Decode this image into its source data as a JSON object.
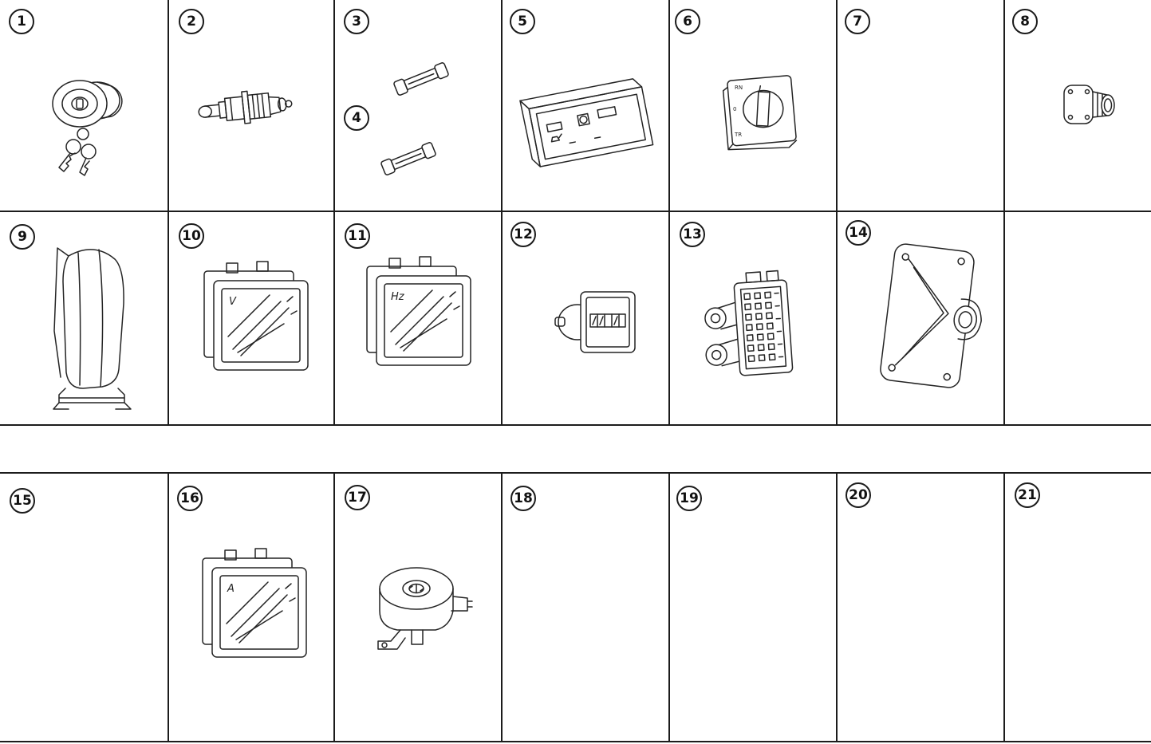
{
  "page": {
    "kind": "parts-catalog-figure",
    "background": "#ffffff",
    "line_color": "#1c1c1c"
  },
  "cells": [
    {
      "number": "1",
      "part": "ignition-key-switch"
    },
    {
      "number": "2",
      "part": "bulb-socket"
    },
    {
      "number": "3",
      "part": "fuse"
    },
    {
      "number": "4",
      "part": "fuse"
    },
    {
      "number": "5",
      "part": "hour-meter-module"
    },
    {
      "number": "6",
      "part": "rotary-switch",
      "markings": [
        "RN",
        "0",
        "TR"
      ]
    },
    {
      "number": "7",
      "part": ""
    },
    {
      "number": "8",
      "part": "threaded-bushing"
    },
    {
      "number": "9",
      "part": "rubber-boot-cover"
    },
    {
      "number": "10",
      "part": "voltmeter-gauge",
      "glyph": "V"
    },
    {
      "number": "11",
      "part": "frequency-gauge",
      "glyph": "Hz"
    },
    {
      "number": "12",
      "part": "hour-counter"
    },
    {
      "number": "13",
      "part": "terminal-connector-block"
    },
    {
      "number": "14",
      "part": "mounting-gasket-plate"
    },
    {
      "number": "15",
      "part": ""
    },
    {
      "number": "16",
      "part": "ammeter-gauge",
      "glyph": "A"
    },
    {
      "number": "17",
      "part": "sender-unit"
    },
    {
      "number": "18",
      "part": ""
    },
    {
      "number": "19",
      "part": ""
    },
    {
      "number": "20",
      "part": ""
    },
    {
      "number": "21",
      "part": ""
    }
  ]
}
